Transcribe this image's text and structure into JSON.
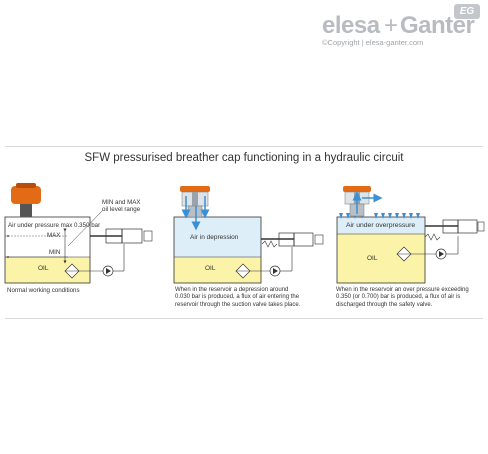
{
  "brand": {
    "logo_text_1": "elesa",
    "logo_plus": "+",
    "logo_text_2": "Ganter",
    "badge": "EG",
    "copyright": "©Copyright | elesa-ganter.com"
  },
  "title": "SFW pressurised breather cap functioning in a hydraulic circuit",
  "panel1": {
    "air_label": "Air under pressure max 0.350 bar",
    "max_label": "MAX",
    "min_label": "MIN",
    "oil_label": "OIL",
    "callout": "MIN and MAX\noil level range",
    "caption": "Normal working conditions"
  },
  "panel2": {
    "air_label": "Air in depression",
    "oil_label": "OIL",
    "caption": "When in the reservoir a depression around\n0.030 bar is produced, a flux of air entering the\nreservoir through the suction valve takes place."
  },
  "panel3": {
    "air_label": "Air under overpressure",
    "oil_label": "OIL",
    "caption": "When in the reservoir an over pressure exceeding\n0.350 (or 0.700) bar is produced, a flux of air is\ndischarged through the safety valve."
  },
  "colors": {
    "oil": "#fbf3a8",
    "air": "#ddeef8",
    "cap_orange": "#e36b16",
    "arrow_blue": "#3b8fd6",
    "line": "#333333"
  }
}
